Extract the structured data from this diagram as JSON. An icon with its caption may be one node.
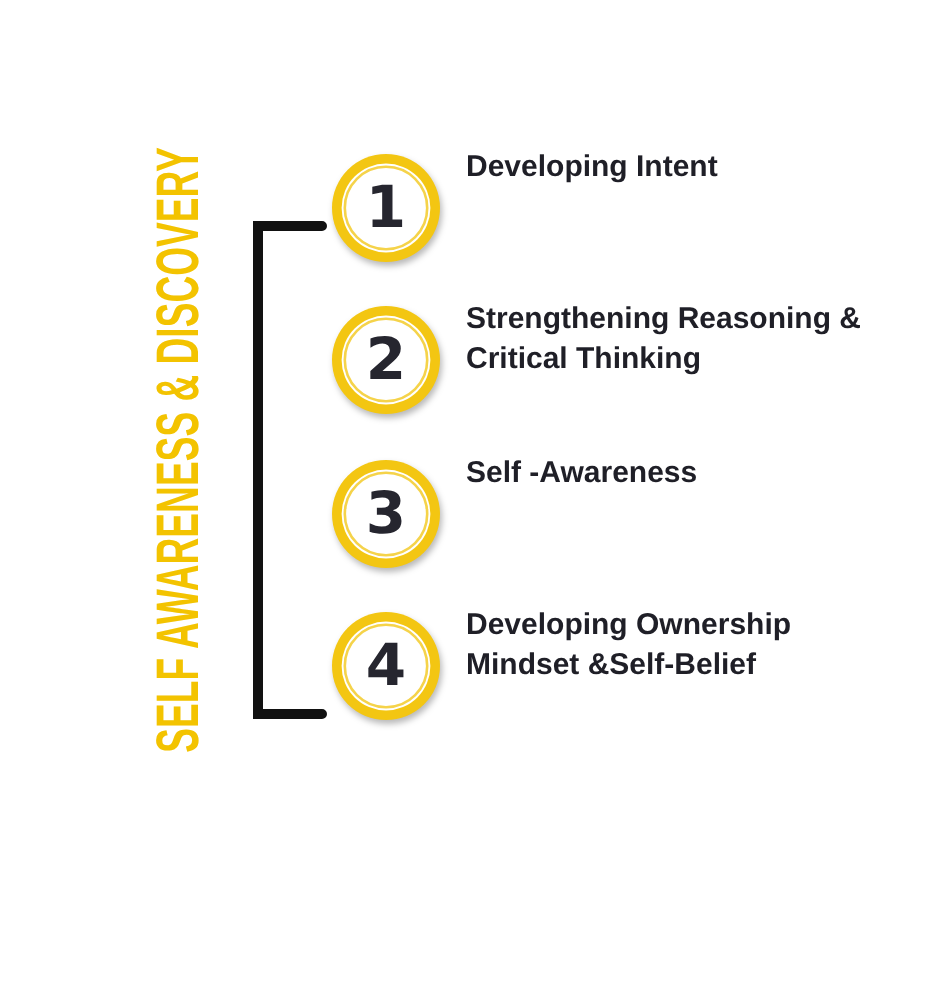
{
  "diagram": {
    "nodes": [
      {
        "text": [
          "1"
        ],
        "beside": [
          "Developing Intent"
        ]
      },
      {
        "text": [
          "2"
        ],
        "beside": [
          "Strengthening Reasoning & Critical Thinking"
        ]
      },
      {
        "text": [
          "3"
        ],
        "beside": [
          "Self -Awareness"
        ]
      },
      {
        "text": [
          "4"
        ],
        "beside": [
          "Developing Ownership Mindset &Self-Belief"
        ]
      }
    ],
    "labels": [
      "SELF AWARENESS & DISCOVERY"
    ]
  }
}
